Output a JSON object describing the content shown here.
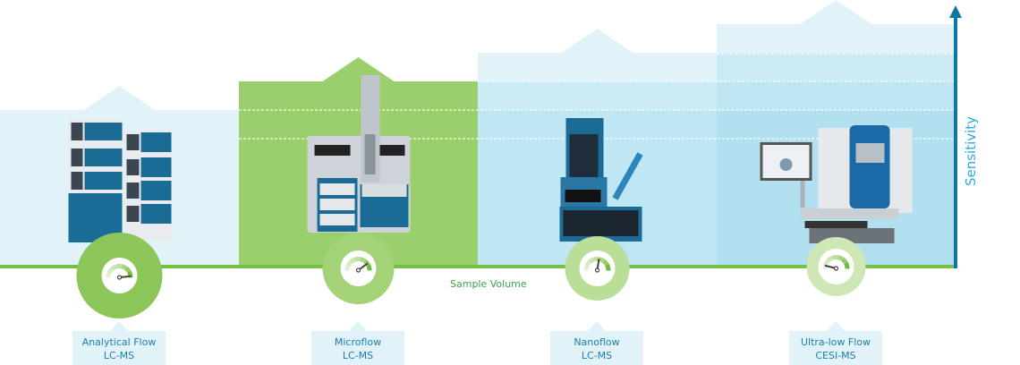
{
  "axes": {
    "x_label": "Sample Volume",
    "y_label": "Sensitivity"
  },
  "colors": {
    "axis_blue": "#0f76a8",
    "baseline_green": "#77c043",
    "label_text": "#1a7fae"
  },
  "columns": [
    {
      "title_line1": "Analytical Flow",
      "title_line2": "LC-MS",
      "sensitivity_level": 1,
      "gauge_level": 0.97,
      "gauge_color": "#8cc65a",
      "panel_color": "#e1f2f9",
      "instrument": "hplc-stack"
    },
    {
      "title_line1": "Microflow",
      "title_line2": "LC-MS",
      "sensitivity_level": 2,
      "gauge_level": 0.8,
      "gauge_color": "#a3d277",
      "panel_color": "#9bcf6b",
      "instrument": "mass-spectrometer"
    },
    {
      "title_line1": "Nanoflow",
      "title_line2": "LC-MS",
      "sensitivity_level": 3,
      "gauge_level": 0.55,
      "gauge_color": "#b9de98",
      "panel_color": "#b5e2f1",
      "instrument": "nano-lc"
    },
    {
      "title_line1": "Ultra-low Flow",
      "title_line2": "CESI-MS",
      "sensitivity_level": 4,
      "gauge_level": 0.08,
      "gauge_color": "#cfe7b5",
      "panel_color": "#a8dcee",
      "instrument": "cesi-system"
    }
  ]
}
